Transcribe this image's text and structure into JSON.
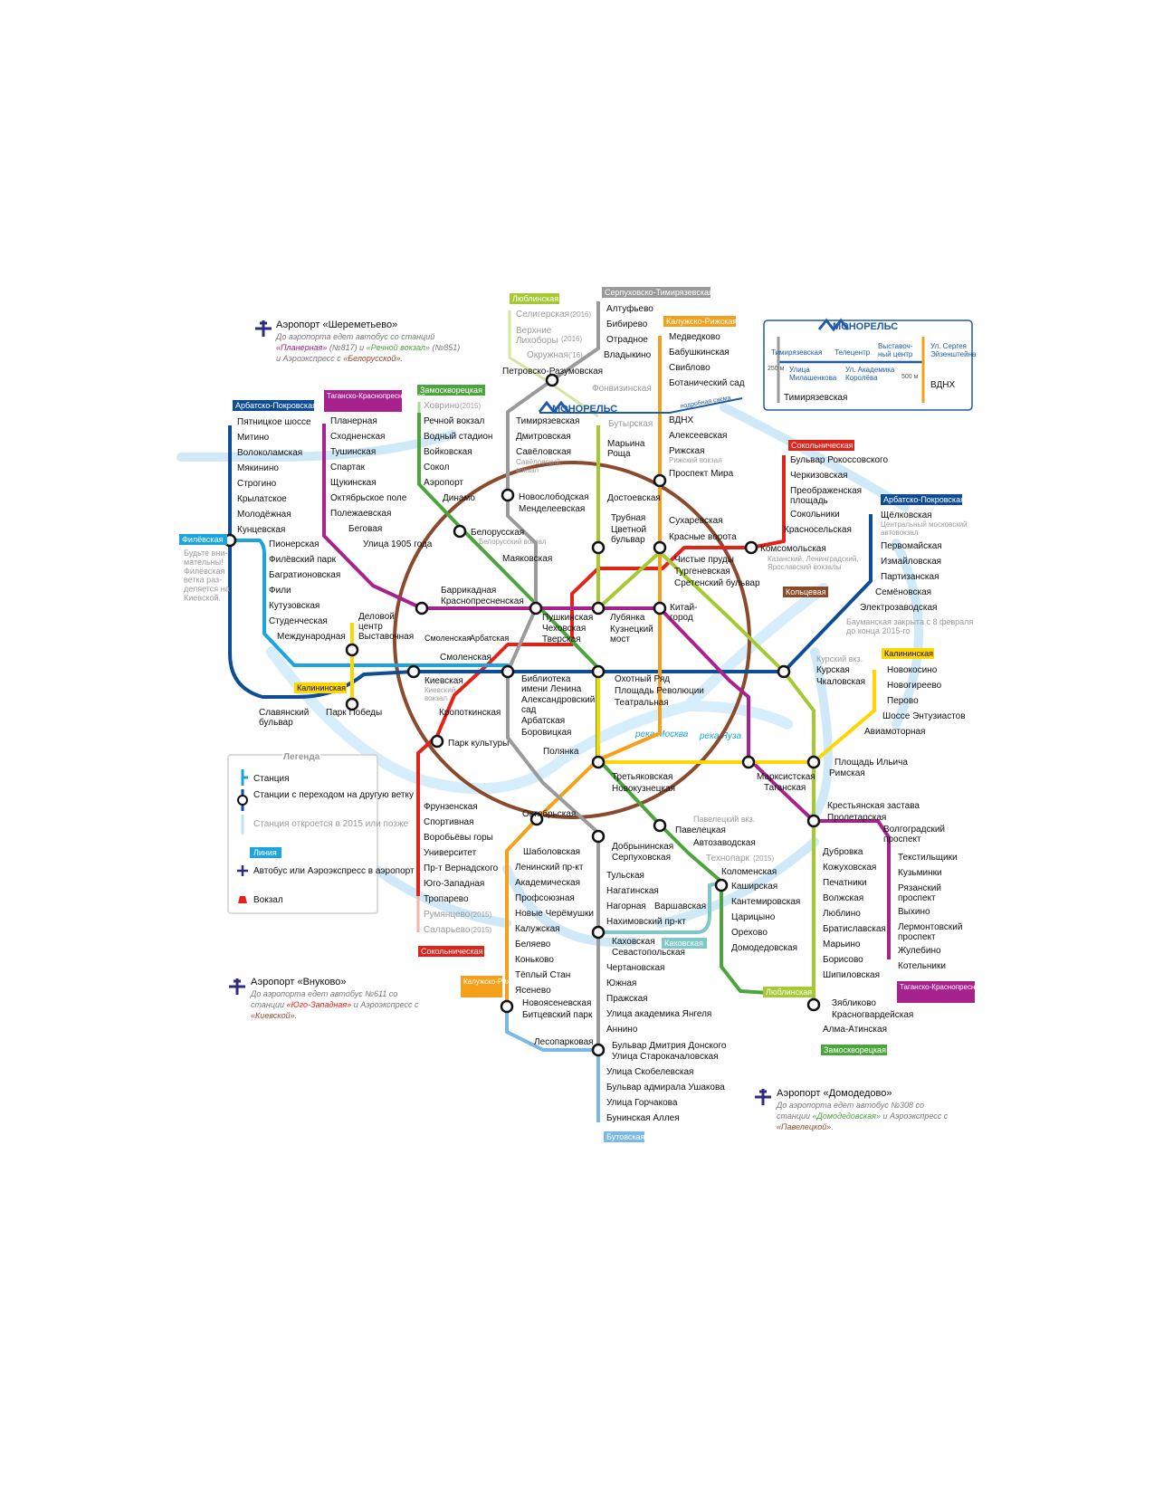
{
  "colors": {
    "ring": "#8B4A2B",
    "sokolnicheskaya": "#E2231A",
    "zamoskvoretskaya": "#4CA53C",
    "arbatsko_pokrovskaya": "#0F4C97",
    "filyovskaya": "#1CA4E0",
    "kaluzhsko_rizhskaya": "#F5A01A",
    "tagansko_krasnopresnenskaya": "#A8228E",
    "kalininskaya": "#FFD700",
    "serpukhovsko_timiryazevskaya": "#9A9A9A",
    "lyublinskaya": "#A6C832",
    "kakhovskaya": "#7EC8C8",
    "butovskaya": "#7AB8E6",
    "monorail": "#1F5BA8",
    "airport": "#2E2C7E",
    "rail": "#E2231A"
  },
  "lines": {
    "lyublinskaya_top": "Люблинская",
    "serp_top": "Серпуховско-Тимирязевская",
    "kaluzh_top": "Калужско-Рижская",
    "zamosk_top": "Замоскворецкая",
    "tagansk_top": "Таганско-Краснопресненская",
    "arbatsk_top": "Арбатско-Покровская",
    "filyov": "Филёвская",
    "sokol_top": "Сокольническая",
    "arbatsk_right": "Арбатско-Покровская",
    "koltsevaya": "Кольцевая",
    "kalinin_right": "Калининская",
    "kalinin_left": "Калининская",
    "kakhov": "Каховская",
    "lyublin_bottom": "Люблинская",
    "tagansk_bottom": "Таганско-Краснопресненская",
    "zamosk_bottom": "Замоскворецкая",
    "sokol_bottom": "Сокольническая",
    "kaluzh_bottom": "Калужско-Рижская",
    "butov": "Бутовская"
  },
  "airports": {
    "sheremetyevo": {
      "title": "Аэропорт «Шереметьево»",
      "note1": "До аэропорта едет автобус со станций",
      "st1": "«Планерная»",
      "n1": " (№817) и ",
      "st2": "«Речной вокзал»",
      "n2": " (№851)",
      "note2": "и Аэроэкспресс с ",
      "st3": "«Белорусской»",
      "end": "."
    },
    "vnukovo": {
      "title": "Аэропорт «Внуково»",
      "note1": "До аэропорта едет автобус №611 со",
      "note2a": "станции ",
      "st1": "«Юго-Западная»",
      "note2b": " и Аэроэкспресс с",
      "st2": "«Киевской»",
      "end": "."
    },
    "domodedovo": {
      "title": "Аэропорт «Домодедово»",
      "note1": "До аэропорта едет автобус №308 со",
      "note2a": "станции ",
      "st1": "«Домодедовская»",
      "note2b": " и Аэроэкспресс с",
      "st2": "«Павелецкой»",
      "end": "."
    }
  },
  "monorail": {
    "brand": "МОНОРЕЛЬС",
    "link": "подробная схема",
    "inset": {
      "brand": "МОНОРЕЛЬС",
      "stations": [
        "Тимирязевская",
        "Телецентр",
        "Выставоч-\nный центр",
        "Ул. Сергея\nЭйзенштейна",
        "Улица\nМилашенкова",
        "Ул. Академика\nКоролёва"
      ],
      "d1": "250 м",
      "d2": "500 м",
      "vdnh": "ВДНХ",
      "timir": "Тимирязевская"
    }
  },
  "legend": {
    "title": "Легенда",
    "station": "Станция",
    "transfer": "Станции с переходом на другую ветку",
    "future": "Станция откроется в 2015 или позже",
    "line": "Линия",
    "bus": "Автобус или Аэроэкспресс в аэропорт",
    "rail": "Вокзал"
  },
  "notes": {
    "filyov": "Будьте вни-\nмательны!\nФилёвская\nветка раз-\nделяется на\nКиевской.",
    "baumanskaya": "Бауманская закрыта с 8 февраля\nдо конца 2015-го",
    "river_moskva": "река Москва",
    "river_yauza": "река Яуза",
    "shchelk_bus": "Центральный московский\nавтовокзал"
  },
  "stations": {
    "serp_north": [
      "Алтуфьево",
      "Бибирево",
      "Отрадное",
      "Владыкино"
    ],
    "petrovsko": "Петровско-Разумовская",
    "lyub_north": [
      "Селигерская",
      "Верхние\nЛихоборы",
      "Окружная"
    ],
    "lyub_north_years": [
      "(2016)",
      "(2016)",
      "('16)"
    ],
    "fonvizin": "Фонвизинская",
    "butyrsk": "Бутырская",
    "maryina": "Марьина\nРоща",
    "timir": "Тимирязевская",
    "dmitr": "Дмитровская",
    "savel": "Савёловская",
    "savel_station": "Савёловский\nвокзал",
    "kaluzh_north": [
      "Медведково",
      "Бабушкинская",
      "Свиблово",
      "Ботанический сад"
    ],
    "vdnh": "ВДНХ",
    "alexeev": "Алексеевская",
    "rizh": "Рижская",
    "rizh_station": "Рижский вокзал",
    "prospekt_mira": "Проспект Мира",
    "sokol_north": [
      "Бульвар Рокоссовского",
      "Черкизовская",
      "Преображенская\nплощадь",
      "Сокольники",
      "Красносельская"
    ],
    "komsomol": "Комсомольская",
    "komsomol_stations": "Казанский, Ленинградский,\nЯрославский вокзалы",
    "arb_east": [
      "Щёлковская",
      "Первомайская",
      "Измайловская",
      "Партизанская",
      "Семёновская",
      "Электрозаводская"
    ],
    "tag_north": [
      "Планерная",
      "Сходненская",
      "Тушинская",
      "Спартак",
      "Щукинская",
      "Октябрьское поле",
      "Полежаевская",
      "Беговая",
      "Улица 1905 года"
    ],
    "zam_north": [
      "Ховрино",
      "Речной вокзал",
      "Водный стадион",
      "Войковская",
      "Сокол",
      "Аэропорт",
      "Динамо"
    ],
    "khovrino_year": "(2015)",
    "arb_west": [
      "Пятницкое шоссе",
      "Митино",
      "Волоколамская",
      "Мякинино",
      "Строгино",
      "Крылатское",
      "Молодёжная",
      "Кунцевская"
    ],
    "fil_west": [
      "Пионерская",
      "Филёвский парк",
      "Багратионовская",
      "Фили",
      "Кутузовская",
      "Студенческая",
      "Международная"
    ],
    "delovoy": "Деловой\nцентр",
    "vystav": "Выставочная",
    "novoslob": "Новослободская",
    "mendel": "Менделеевская",
    "dostoev": "Достоевская",
    "trubnaya": "Трубная",
    "tsvetnoy": "Цветной\nбульвар",
    "sukhar": "Сухаревская",
    "krasnye": "Красные ворота",
    "belorus": "Белорусская",
    "belorus_station": "Белорусский вокзал",
    "mayak": "Маяковская",
    "barrik": "Баррикадная",
    "krasnopr": "Краснопресненская",
    "chistye": "Чистые пруды",
    "turgen": "Тургеневская",
    "sreten": "Сретенский бульвар",
    "pushk": "Пушкинская",
    "chekhov": "Чеховская",
    "tversk": "Тверская",
    "lubyanka": "Лубянка",
    "kuzn": "Кузнецкий\nмост",
    "kitay": "Китай-\nгород",
    "smol1": "Смоленская",
    "arbat1": "Арбатская",
    "smol2": "Смоленская",
    "kievsk": "Киевская",
    "kievsk_station": "Киевский\nвокзал",
    "bibl": "Библиотека\nимени Ленина",
    "alexsad": "Александровский\nсад",
    "arbat2": "Арбатская",
    "borov": "Боровицкая",
    "okhot": "Охотный Ряд",
    "plrev": "Площадь Революции",
    "teatr": "Театральная",
    "kursk_vokz": "Курский вкз.",
    "kursk": "Курская",
    "chkal": "Чкаловская",
    "kropot": "Кропоткинская",
    "park_kult": "Парк культуры",
    "polyanka": "Полянка",
    "slav": "Славянский\nбульвар",
    "park_pob": "Парк Победы",
    "kalin_east": [
      "Новокосино",
      "Новогиреево",
      "Перово",
      "Шоссе Энтузиастов",
      "Авиамоторная"
    ],
    "pl_ilicha": "Площадь Ильича",
    "rimskaya": "Римская",
    "tretyak": "Третьяковская",
    "novokuz": "Новокузнецкая",
    "marks": "Марксистская",
    "tagansk": "Таганская",
    "krest": "Крестьянская застава",
    "prolet": "Пролетарская",
    "sok_south": [
      "Фрунзенская",
      "Спортивная",
      "Воробьёвы горы",
      "Университет",
      "Пр-т Вернадского",
      "Юго-Западная",
      "Тропарево"
    ],
    "sok_future": [
      "Румянцево",
      "Саларьево"
    ],
    "sok_future_years": [
      "(2015)",
      "(2015)"
    ],
    "oktyabr": "Октябрьская",
    "pavel_vokz": "Павелецкий вкз.",
    "paveletsk": "Павелецкая",
    "avtozav": "Автозаводская",
    "tekhnopark": "Технопарк",
    "tekhnopark_year": "(2015)",
    "kolomen": "Коломенская",
    "dobryn": "Добрынинская",
    "serpukh": "Серпуховская",
    "volgo": "Волгоградский\nпроспект",
    "tag_south": [
      "Текстильщики",
      "Кузьминки",
      "Рязанский\nпроспект",
      "Выхино",
      "Лермонтовский\nпроспект",
      "Жулебино",
      "Котельники"
    ],
    "lyub_south": [
      "Дубровка",
      "Кожуховская",
      "Печатники",
      "Волжская",
      "Люблино",
      "Братиславская",
      "Марьино",
      "Борисово",
      "Шипиловская"
    ],
    "zyablikovo": "Зябликово",
    "krasnogv": "Красногвардейская",
    "almaty": "Алма-Атинская",
    "kal_south": [
      "Шаболовская",
      "Ленинский пр-кт",
      "Академическая",
      "Профсоюзная",
      "Новые Черёмушки",
      "Калужская",
      "Беляево",
      "Коньково",
      "Тёплый Стан",
      "Ясенево"
    ],
    "novoyas": "Новоясеневская",
    "bitsa": "Битцевский парк",
    "lesopark": "Лесопарковая",
    "serp_south": [
      "Тульская",
      "Нагатинская",
      "Нагорная",
      "Нахимовский пр-кт"
    ],
    "varsh": "Варшавская",
    "kashir": "Каширская",
    "zam_south": [
      "Кантемировская",
      "Царицыно",
      "Орехово",
      "Домодедовская"
    ],
    "kakhovsk": "Каховская",
    "sevastop": "Севастопольская",
    "serp_south2": [
      "Чертановская",
      "Южная",
      "Пражская",
      "Улица академика Янгеля",
      "Аннино"
    ],
    "bdd": "Бульвар Дмитрия Донского",
    "starokach": "Улица Старокачаловская",
    "butovo": [
      "Улица Скобелевская",
      "Бульвар адмирала Ушакова",
      "Улица Горчакова",
      "Бунинская Аллея"
    ]
  }
}
